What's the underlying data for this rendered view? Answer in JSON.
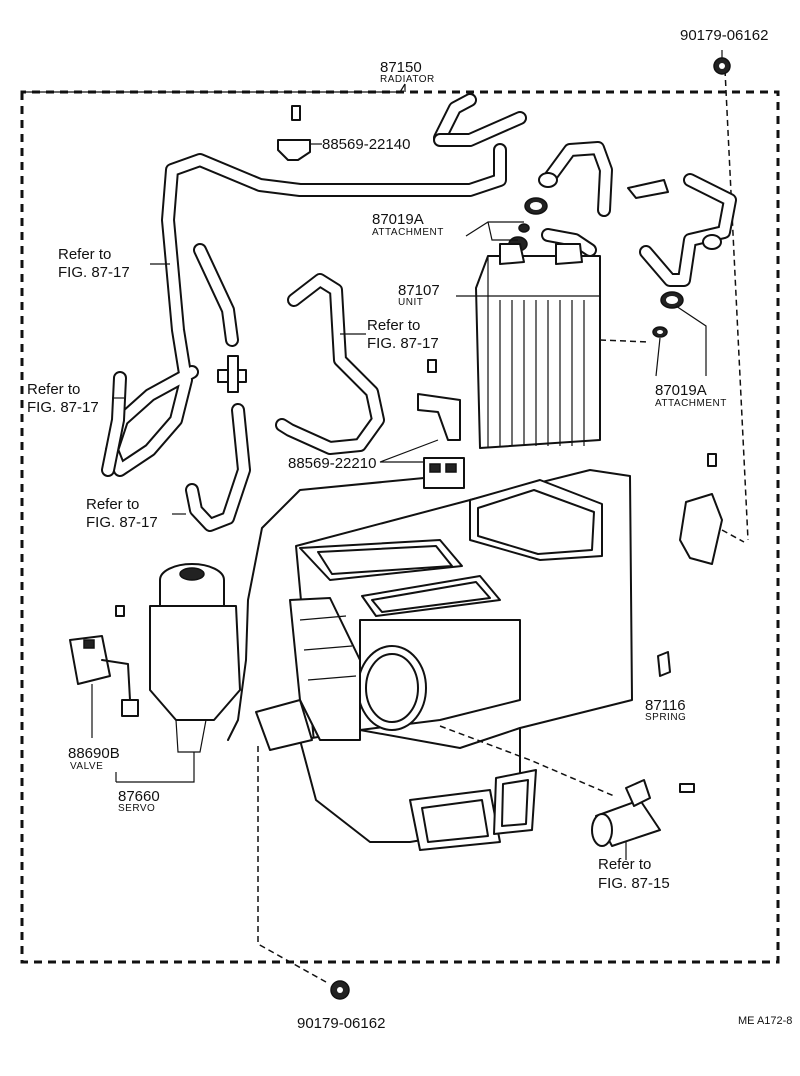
{
  "parts": {
    "radiator": {
      "number": "87150",
      "name": "RADIATOR"
    },
    "nut_top": {
      "number": "90179-06162"
    },
    "clamp_top": {
      "number": "88569-22140"
    },
    "attachment_upper": {
      "number": "87019A",
      "name": "ATTACHMENT"
    },
    "unit": {
      "number": "87107",
      "name": "UNIT"
    },
    "attachment_right": {
      "number": "87019A",
      "name": "ATTACHMENT"
    },
    "clamp_mid": {
      "number": "88569-22210"
    },
    "spring": {
      "number": "87116",
      "name": "SPRING"
    },
    "valve": {
      "number": "88690B",
      "name": "VALVE"
    },
    "servo": {
      "number": "87660",
      "name": "SERVO"
    },
    "nut_bottom": {
      "number": "90179-06162"
    }
  },
  "references": {
    "ref_left_upper": {
      "line1": "Refer to",
      "line2": "FIG. 87-17"
    },
    "ref_center": {
      "line1": "Refer to",
      "line2": "FIG. 87-17"
    },
    "ref_left_mid": {
      "line1": "Refer to",
      "line2": "FIG. 87-17"
    },
    "ref_left_lower": {
      "line1": "Refer to",
      "line2": "FIG. 87-17"
    },
    "ref_lower_right": {
      "line1": "Refer to",
      "line2": "FIG. 87-15"
    }
  },
  "figure_code": "ME  A172-8"
}
